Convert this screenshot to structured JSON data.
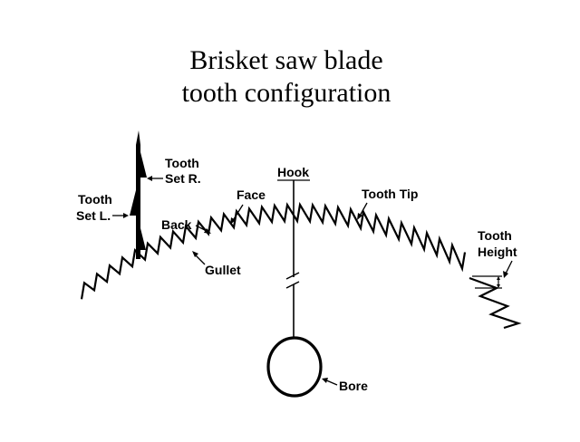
{
  "diagram": {
    "title_line1": "Brisket saw blade",
    "title_line2": "tooth configuration",
    "labels": {
      "tooth_set_r_line1": "Tooth",
      "tooth_set_r_line2": "Set R.",
      "tooth_set_l_line1": "Tooth",
      "tooth_set_l_line2": "Set L.",
      "hook": "Hook",
      "face": "Face",
      "tooth_tip": "Tooth Tip",
      "back": "Back",
      "gullet": "Gullet",
      "tooth_height_line1": "Tooth",
      "tooth_height_line2": "Height",
      "bore": "Bore"
    },
    "colors": {
      "ink": "#000000",
      "background": "#ffffff"
    }
  }
}
